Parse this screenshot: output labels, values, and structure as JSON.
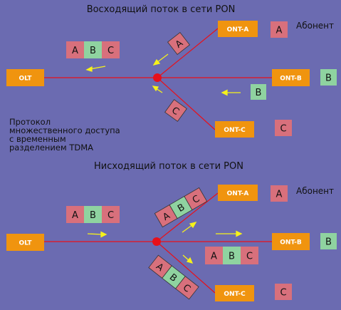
{
  "colors": {
    "background": "#6b6bb1",
    "node": "#f0940f",
    "line": "#e8101a",
    "splitter": "#e8101a",
    "arrow": "#f6f21a",
    "packet_a": "#d8707c",
    "packet_b": "#8fd3a0",
    "packet_c": "#d8707c"
  },
  "upstream": {
    "title": "Восходящий поток в сети PON",
    "olt": "OLT",
    "ont_a": "ONT-A",
    "ont_b": "ONT-B",
    "ont_c": "ONT-C",
    "subscriber_label": "Абонент",
    "sub_a": "A",
    "sub_b": "B",
    "sub_c": "C",
    "frame": [
      "A",
      "B",
      "C"
    ],
    "packet_a": "A",
    "packet_b": "B",
    "packet_c": "C"
  },
  "protocol_caption": [
    "Протокол",
    "множественного доступа",
    "с временным",
    "разделением TDMA"
  ],
  "downstream": {
    "title": "Нисходящий поток в сети PON",
    "olt": "OLT",
    "ont_a": "ONT-A",
    "ont_b": "ONT-B",
    "ont_c": "ONT-C",
    "subscriber_label": "Абонент",
    "sub_a": "A",
    "sub_b": "B",
    "sub_c": "C",
    "frame": [
      "A",
      "B",
      "C"
    ],
    "frame_to_a": [
      "A",
      "B",
      "C"
    ],
    "frame_to_b": [
      "A",
      "B",
      "C"
    ],
    "frame_to_c": [
      "A",
      "B",
      "C"
    ]
  }
}
